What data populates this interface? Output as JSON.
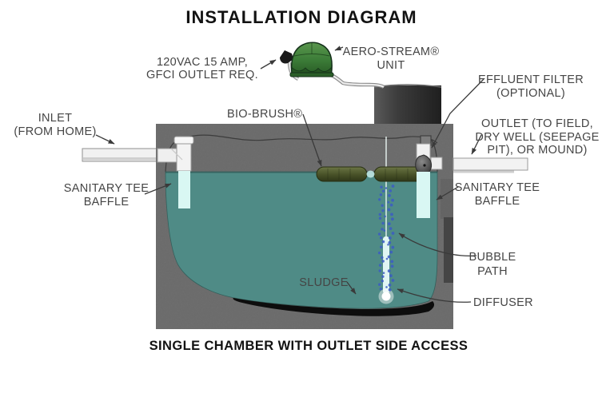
{
  "title": "INSTALLATION DIAGRAM",
  "caption": "SINGLE CHAMBER WITH OUTLET SIDE ACCESS",
  "labels": {
    "power": [
      "120VAC 15 AMP,",
      "GFCI OUTLET REQ."
    ],
    "unit": [
      "AERO-STREAM®",
      "UNIT"
    ],
    "effluent_filter": [
      "EFFLUENT FILTER",
      "(OPTIONAL)"
    ],
    "inlet": [
      "INLET",
      "(FROM HOME)"
    ],
    "biobrush": "BIO-BRUSH®",
    "outlet": [
      "OUTLET (TO FIELD,",
      "DRY WELL (SEEPAGE",
      "PIT), OR MOUND)"
    ],
    "baffle_left": [
      "SANITARY TEE",
      "BAFFLE"
    ],
    "baffle_right": [
      "SANITARY TEE",
      "BAFFLE"
    ],
    "bubble_path": [
      "BUBBLE",
      "PATH"
    ],
    "sludge": "SLUDGE",
    "diffuser": "DIFFUSER"
  },
  "colors": {
    "concrete": "#6f6f6f",
    "water": "#4f8b86",
    "water_edge": "#33605c",
    "sludge": "#0d0d0d",
    "unit_green": "#3c7d38",
    "unit_green_dark": "#2a5e27",
    "baffle_cyan": "#d9f7f3",
    "pipe_white": "#f2f2f2",
    "pipe_edge": "#999999",
    "bubble_blue": "#3b5cc4",
    "riser_dark": "#2f2f2f",
    "recess_dark": "#454545",
    "label_text": "#454545",
    "title_text": "#121212",
    "leader": "#3a3a3a"
  }
}
